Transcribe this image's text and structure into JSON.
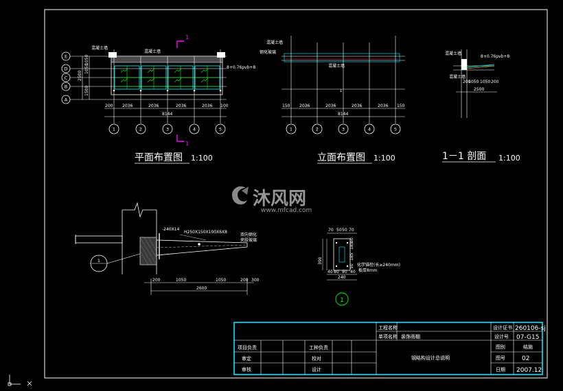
{
  "titles": {
    "plan": "平面布置图",
    "plan_scale": "1:100",
    "elevation": "立面布置图",
    "elevation_scale": "1:100",
    "section": "1－1 剖面",
    "section_scale": "1:100"
  },
  "axes": {
    "columns": [
      "1",
      "2",
      "3",
      "4",
      "5"
    ],
    "rows": [
      "E",
      "D",
      "C",
      "B",
      "A"
    ]
  },
  "plan_dims": {
    "bays": [
      "200",
      "2036",
      "2036",
      "2036",
      "2036",
      "100"
    ],
    "total": "8144",
    "left_dims": [
      "2500",
      "1500",
      "1050",
      "1050",
      "200"
    ],
    "cut": "1"
  },
  "elev_dims": {
    "bays": [
      "150",
      "2036",
      "2036",
      "2036",
      "2036",
      "150"
    ],
    "total": "8144"
  },
  "section_dims": {
    "segs": [
      "200",
      "1050",
      "1050",
      "200"
    ],
    "total": "2500"
  },
  "detail": {
    "dims": [
      "200",
      "1050",
      "1050",
      "200",
      "300"
    ],
    "total": "2600",
    "beam_label": "H250X150X100X6X8",
    "plate_label": "-240X14",
    "callout": "1"
  },
  "plate_detail": {
    "top_dims": [
      "70",
      "50",
      "50",
      "70"
    ],
    "side_dims": [
      "390",
      "50",
      "185",
      "185",
      "50"
    ],
    "bottom_dims": [
      "40",
      "80",
      "80",
      "40"
    ],
    "bottom_total": "240",
    "callout": "1"
  },
  "watermark": {
    "brand": "沐风网",
    "url": "www.mfcad.com"
  },
  "title_block": {
    "project_name_label": "工程名称",
    "project_name": "",
    "item_name_label": "单项名称",
    "item_name": "装饰雨棚",
    "cert_label": "设计证书",
    "cert_value": "260106-sj",
    "design_no_label": "设计号",
    "design_no": "07-G15",
    "drawing_cat_label": "图别",
    "drawing_cat": "结施",
    "drawing_no_label": "图号",
    "drawing_no": "02",
    "date_label": "日期",
    "date": "2007.12",
    "drawing_title": "钢结构设计总说明",
    "roles": [
      {
        "left": "项目负责",
        "right": "工种负责"
      },
      {
        "left": "审定",
        "right": "校对"
      },
      {
        "left": "审核",
        "right": "设计"
      }
    ]
  },
  "colors": {
    "background": "#000000",
    "line_white": "#ffffff",
    "line_green": "#00ff00",
    "line_cyan": "#00ffff",
    "line_yellow": "#ffff00",
    "line_magenta": "#ff00ff",
    "line_red": "#ff3030",
    "frame_cyan": "#00e5ff"
  }
}
